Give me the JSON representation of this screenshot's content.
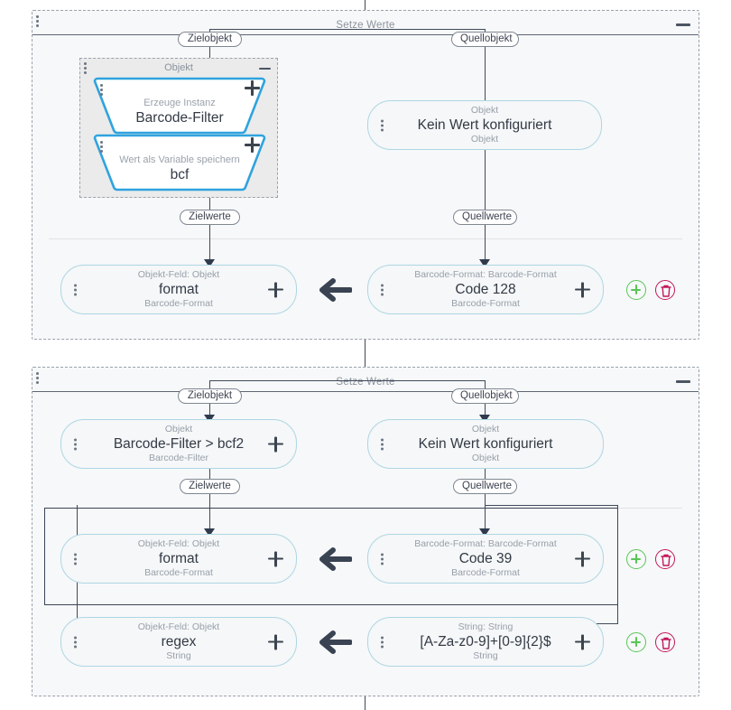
{
  "panels": [
    {
      "id": "panel-top",
      "title": "Setze Werte",
      "collapse_label": "minus",
      "ports": {
        "target_object": "Zielobjekt",
        "source_object": "Quellobjekt",
        "target_values": "Zielwerte",
        "source_values": "Quellwerte"
      },
      "subgroup": {
        "title": "Objekt",
        "blocks": [
          {
            "top": "Erzeuge Instanz",
            "main": "Barcode-Filter"
          },
          {
            "top": "Wert als Variable speichern",
            "main": "bcf"
          }
        ]
      },
      "source_object_node": {
        "top": "Objekt",
        "main": "Kein Wert konfiguriert",
        "sub": "Objekt"
      },
      "mappings": [
        {
          "target": {
            "top": "Objekt-Feld: Objekt",
            "main": "format",
            "sub": "Barcode-Format"
          },
          "source": {
            "top": "Barcode-Format: Barcode-Format",
            "main": "Code 128",
            "sub": "Barcode-Format"
          },
          "selected": false
        }
      ]
    },
    {
      "id": "panel-bottom",
      "title": "Setze Werte",
      "collapse_label": "minus",
      "ports": {
        "target_object": "Zielobjekt",
        "source_object": "Quellobjekt",
        "target_values": "Zielwerte",
        "source_values": "Quellwerte"
      },
      "target_object_node": {
        "top": "Objekt",
        "main": "Barcode-Filter > bcf2",
        "sub": "Barcode-Filter"
      },
      "source_object_node": {
        "top": "Objekt",
        "main": "Kein Wert konfiguriert",
        "sub": "Objekt"
      },
      "mappings": [
        {
          "target": {
            "top": "Objekt-Feld: Objekt",
            "main": "format",
            "sub": "Barcode-Format"
          },
          "source": {
            "top": "Barcode-Format: Barcode-Format",
            "main": "Code 39",
            "sub": "Barcode-Format"
          },
          "selected": true
        },
        {
          "target": {
            "top": "Objekt-Feld: Objekt",
            "main": "regex",
            "sub": "String"
          },
          "source": {
            "top": "String: String",
            "main": "[A-Za-z0-9]+[0-9]{2}$",
            "sub": "String"
          },
          "selected": false
        }
      ]
    }
  ],
  "icons": {
    "drag_handle": "vertical-dots-icon",
    "collapse": "minus-icon",
    "expand_node": "plus-icon",
    "add_row": "plus-circle-icon",
    "delete_row": "trash-circle-icon",
    "flow_arrow": "left-arrow-icon"
  },
  "colors": {
    "node_border": "#aed6e4",
    "panel_border": "#9aa2ad",
    "connector": "#3f4a5a",
    "add_green": "#58c555",
    "delete_red": "#c2185b",
    "trapezoid_blue": "#2fa3de",
    "selection": "#3a4557"
  }
}
